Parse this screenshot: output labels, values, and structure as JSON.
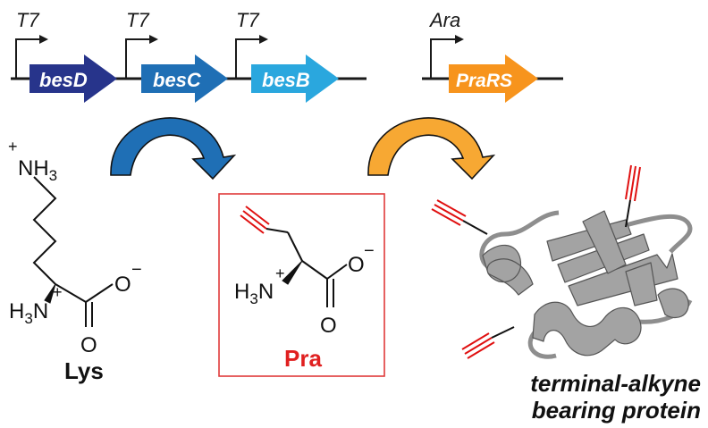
{
  "operon_left": {
    "genes": [
      {
        "name": "besD",
        "promoter": "T7",
        "color": "#27348b"
      },
      {
        "name": "besC",
        "promoter": "T7",
        "color": "#1f6fb5"
      },
      {
        "name": "besB",
        "promoter": "T7",
        "color": "#2aa7de"
      }
    ]
  },
  "operon_right": {
    "genes": [
      {
        "name": "PraRS",
        "promoter": "Ara",
        "color": "#f7941d"
      }
    ]
  },
  "reaction_arrows": {
    "left_color": "#1f6fb5",
    "right_color": "#f7a833"
  },
  "lys": {
    "amine_top": "NH",
    "amine_top_sub": "3",
    "amine_top_charge": "+",
    "amine_alpha_pre": "H",
    "amine_alpha_sub": "3",
    "amine_alpha_post": "N",
    "amine_alpha_charge": "+",
    "carboxyl_o": "O",
    "carboxyl_o_minus": "O",
    "carboxyl_charge": "−",
    "label": "Lys"
  },
  "pra": {
    "amine_pre": "H",
    "amine_sub": "3",
    "amine_post": "N",
    "amine_charge": "+",
    "carboxyl_o": "O",
    "carboxyl_o_minus": "O",
    "carboxyl_charge": "−",
    "label": "Pra",
    "box_color": "#e03a3a",
    "label_color": "#e02020"
  },
  "protein": {
    "caption_line1": "terminal-alkyne",
    "caption_line2": "bearing protein",
    "ribbon_color": "#a3a3a3",
    "alkyne_color": "#e01010"
  }
}
